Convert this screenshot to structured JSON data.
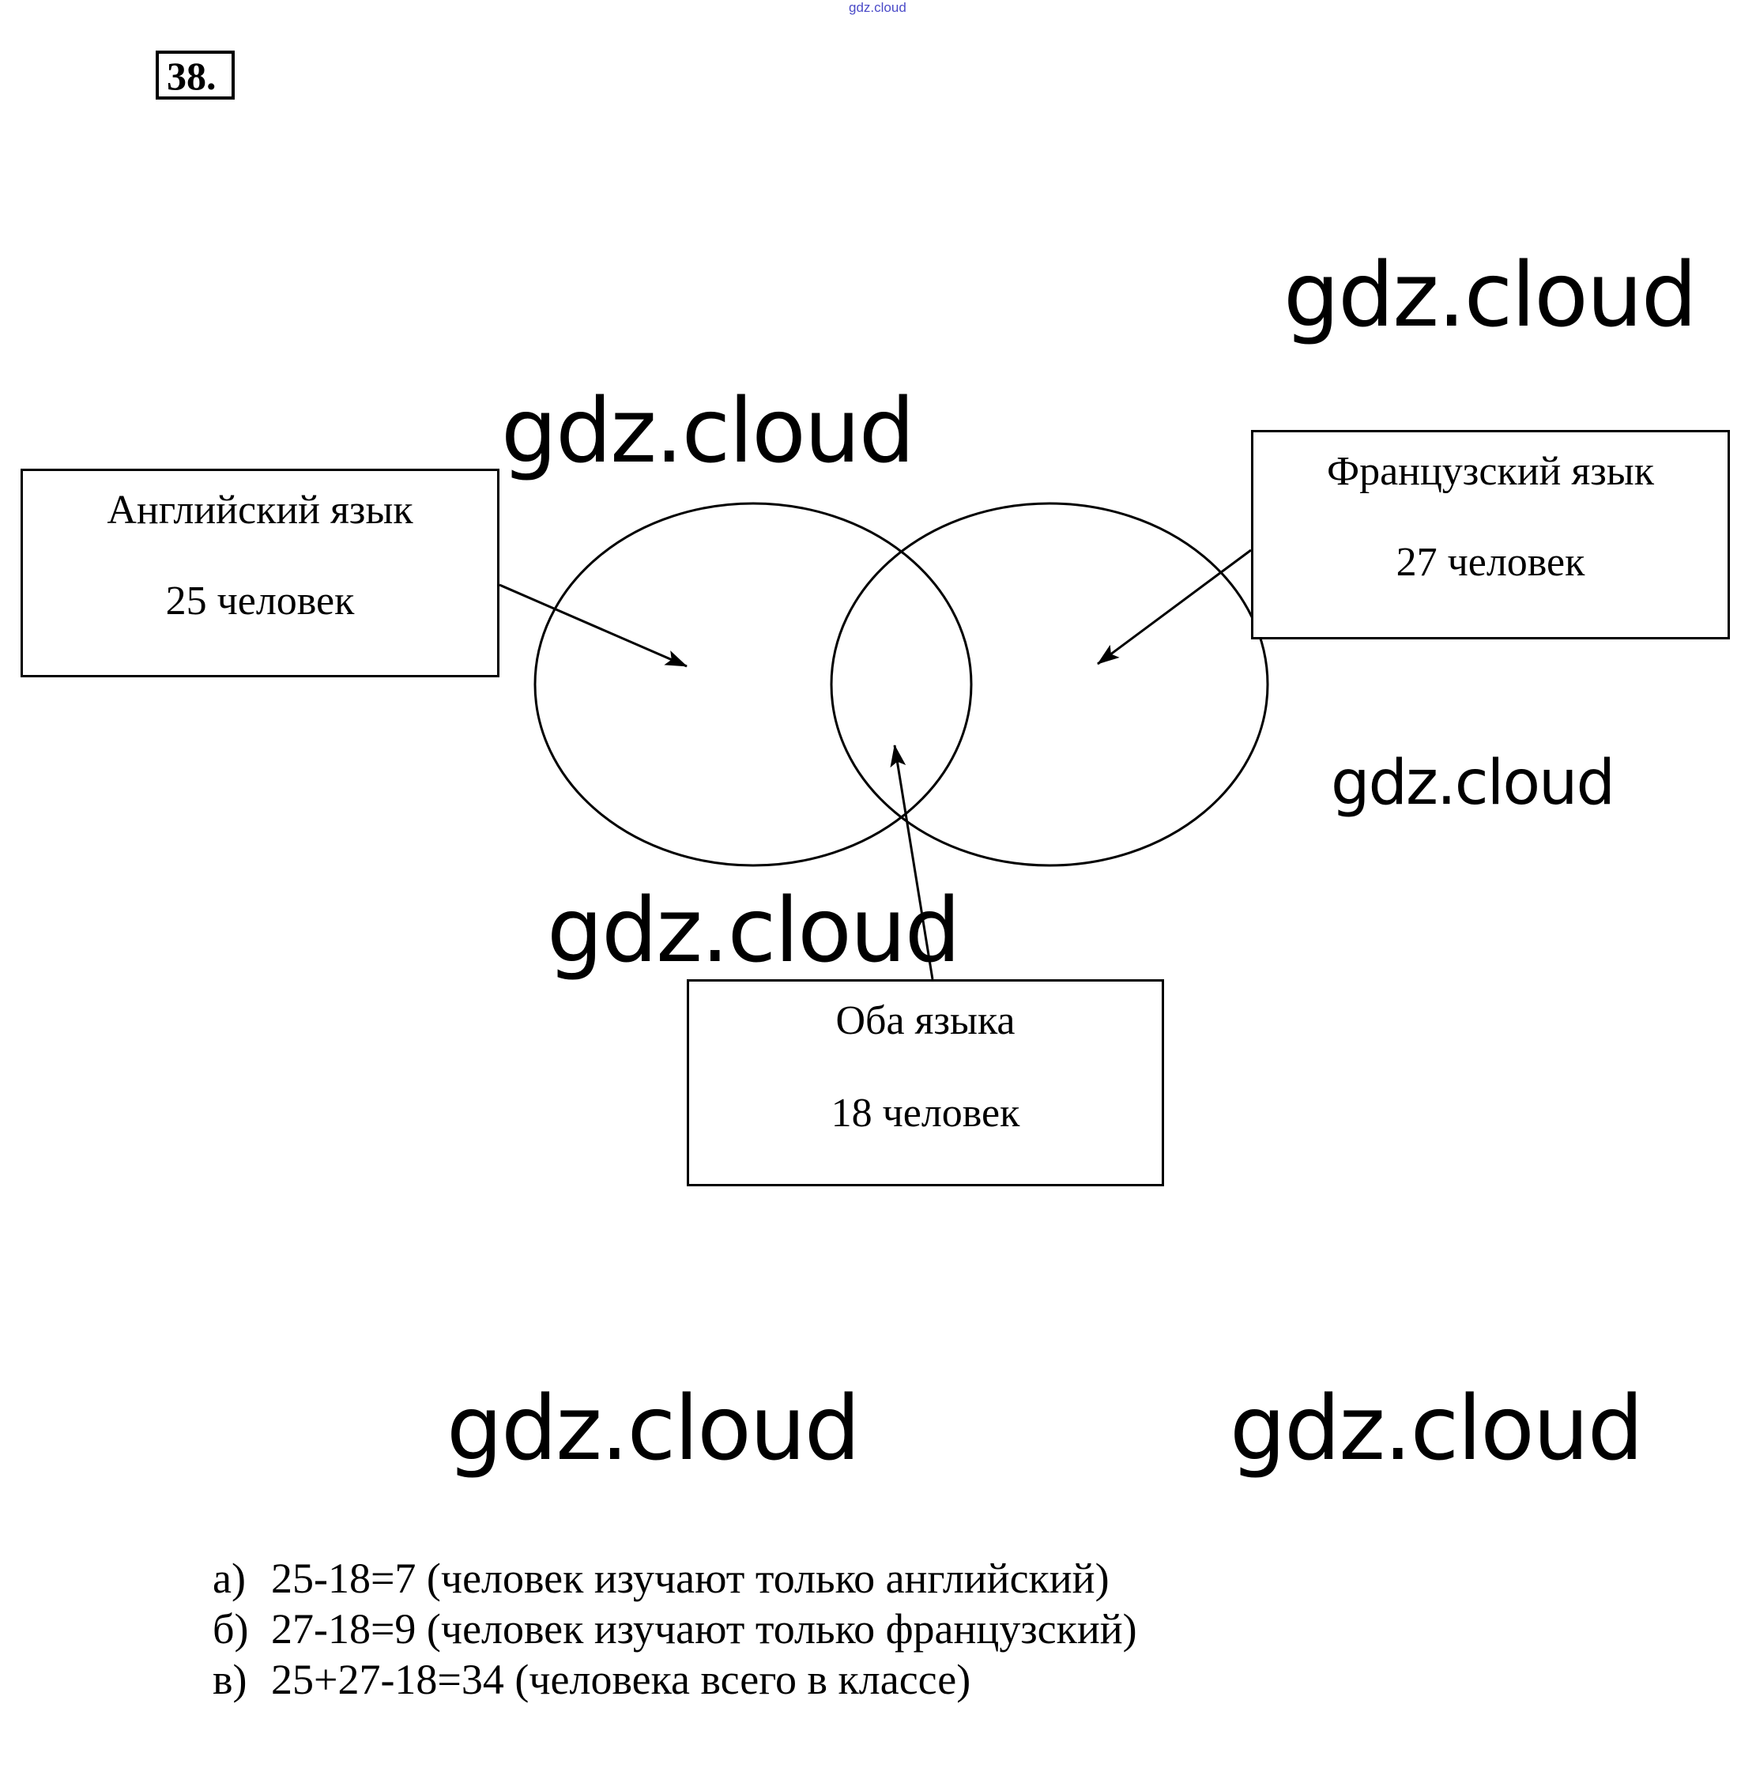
{
  "header": {
    "source_watermark": "gdz.cloud",
    "problem_number": "38."
  },
  "watermarks": [
    "gdz.cloud",
    "gdz.cloud",
    "gdz.cloud",
    "gdz.cloud",
    "gdz.cloud",
    "gdz.cloud"
  ],
  "diagram": {
    "english": {
      "title": "Английский язык",
      "count": "25 человек"
    },
    "french": {
      "title": "Французский язык",
      "count": "27 человек"
    },
    "both": {
      "title": "Оба языка",
      "count": "18 человек"
    }
  },
  "answers": [
    {
      "label": "а)",
      "text": "25-18=7 (человек изучают только английский)"
    },
    {
      "label": "б)",
      "text": "27-18=9 (человек изучают только французский)"
    },
    {
      "label": "в)",
      "text": "25+27-18=34 (человека всего в классе)"
    }
  ]
}
